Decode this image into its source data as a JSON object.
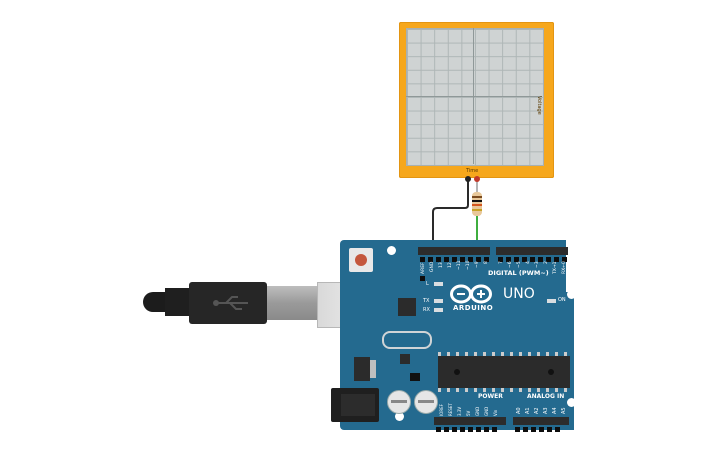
{
  "oscilloscope": {
    "time_label": "Time",
    "voltage_label": "Voltage"
  },
  "board": {
    "brand": "ARDUINO",
    "model": "UNO",
    "digital_label": "DIGITAL (PWM~)",
    "power_label": "POWER",
    "analog_label": "ANALOG IN",
    "on_label": "ON",
    "led_labels": [
      "L",
      "TX",
      "RX"
    ],
    "digital_pins": [
      "AREF",
      "GND",
      "13",
      "12",
      "~11",
      "~10",
      "~9",
      "8",
      "7",
      "~6",
      "~5",
      "4",
      "~3",
      "2",
      "TX→1",
      "RX←0"
    ],
    "power_pins": [
      "IOREF",
      "RESET",
      "3.3V",
      "5V",
      "GND",
      "GND",
      "Vin"
    ],
    "analog_pins": [
      "A0",
      "A1",
      "A2",
      "A3",
      "A4",
      "A5"
    ]
  },
  "colors": {
    "board": "#246a8f",
    "oscilloscope_frame": "#f6a71c",
    "wire_black": "#2a2a2a",
    "wire_green": "#3fae3f"
  }
}
